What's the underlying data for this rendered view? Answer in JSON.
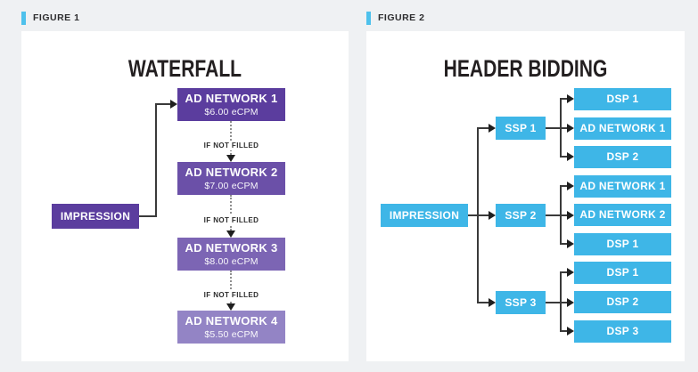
{
  "colors": {
    "background": "#eff1f3",
    "panel": "#ffffff",
    "accent_cyan": "#3eb6e7",
    "label_bar_cyan": "#4ec1ec",
    "purple_dark": "#5b3d9e",
    "purple_mid": "#6b50a8",
    "purple_light": "#7c65b4",
    "purple_lightest": "#9384c5",
    "line": "#3a3a3a",
    "title_text": "#231f20"
  },
  "figure1": {
    "label": "FIGURE 1",
    "title": "WATERFALL",
    "impression": "IMPRESSION",
    "connector_label": "IF NOT FILLED",
    "networks": [
      {
        "name": "AD NETWORK 1",
        "ecpm": "$6.00 eCPM",
        "color": "#5b3d9e"
      },
      {
        "name": "AD NETWORK 2",
        "ecpm": "$7.00 eCPM",
        "color": "#6b50a8"
      },
      {
        "name": "AD NETWORK 3",
        "ecpm": "$8.00 eCPM",
        "color": "#7c65b4"
      },
      {
        "name": "AD NETWORK 4",
        "ecpm": "$5.50 eCPM",
        "color": "#9384c5"
      }
    ]
  },
  "figure2": {
    "label": "FIGURE 2",
    "title": "HEADER BIDDING",
    "impression": "IMPRESSION",
    "ssps": [
      {
        "name": "SSP 1",
        "targets": [
          "DSP 1",
          "AD NETWORK 1",
          "DSP 2"
        ]
      },
      {
        "name": "SSP 2",
        "targets": [
          "AD NETWORK 1",
          "AD NETWORK 2",
          "DSP 1"
        ]
      },
      {
        "name": "SSP 3",
        "targets": [
          "DSP 1",
          "DSP 2",
          "DSP 3"
        ]
      }
    ]
  }
}
